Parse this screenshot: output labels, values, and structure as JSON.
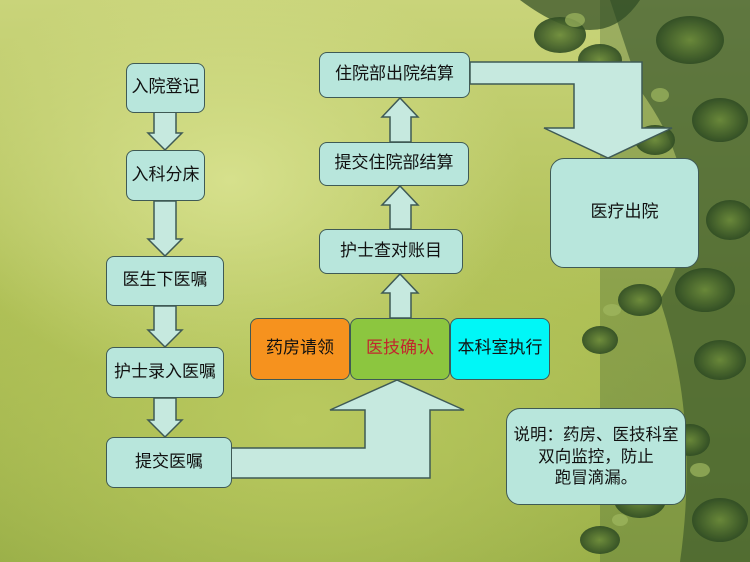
{
  "flow": {
    "admission": "入院登记",
    "bed_assignment": "入科分床",
    "doctor_order": "医生下医嘱",
    "nurse_entry": "护士录入医嘱",
    "submit_order": "提交医嘱",
    "pharmacy_request": "药房请领",
    "tech_confirm": "医技确认",
    "dept_execute": "本科室执行",
    "nurse_check": "护士查对账目",
    "submit_settlement": "提交住院部结算",
    "discharge_settlement": "住院部出院结算",
    "discharge": "医疗出院"
  },
  "note": {
    "text": "说明：药房、医技科室\n双向监控，防止\n跑冒滴漏。"
  },
  "colors": {
    "box": "#b8e6dc",
    "pharmacy": "#f6921e",
    "tech": "#8cc63f",
    "tech_text": "#c1272d",
    "dept": "#00f7f7"
  }
}
